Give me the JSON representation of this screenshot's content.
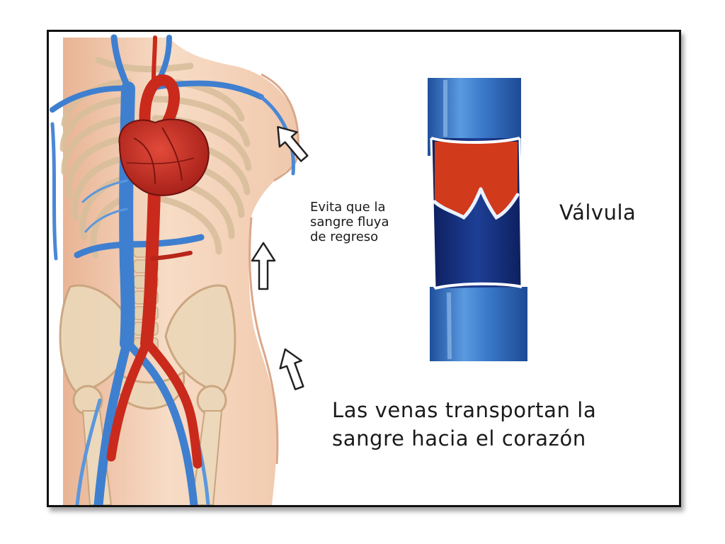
{
  "figure": {
    "labels": {
      "valve_note_lines": [
        "Evita que la",
        "sangre fluya",
        "de regreso"
      ],
      "valve_title": "Válvula",
      "caption_lines": [
        "Las venas transportan la",
        "sangre hacia el corazón"
      ]
    },
    "colors": {
      "vein": "#3f7fd0",
      "artery": "#c92a1c",
      "skin": "#f3cdb1",
      "bone": "#e8d2b4",
      "frame": "#111111"
    },
    "icons": [
      "flow-arrow-icon",
      "flow-arrow-icon",
      "flow-arrow-icon"
    ]
  }
}
